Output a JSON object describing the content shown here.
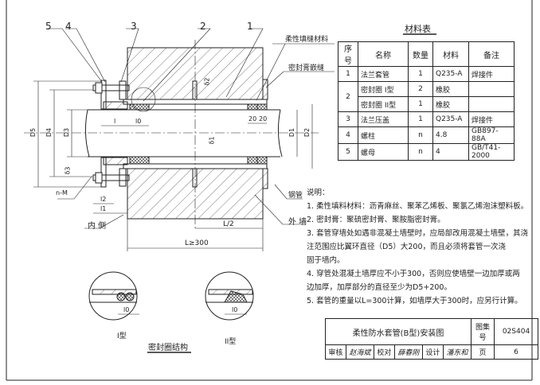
{
  "drawing": {
    "part_labels": [
      "5",
      "4",
      "3",
      "2",
      "1"
    ],
    "callouts": {
      "flexible_filler": "柔性填缝材料",
      "sealant": "密封膏嵌缝",
      "steel_pipe": "钢管",
      "outer_wall": "外  墙",
      "inner_side": "内  侧",
      "bolt_spec": "n-M"
    },
    "dimensions": {
      "D5": "D5",
      "D4": "D4",
      "D3": "D3",
      "D1": "D1",
      "D2": "D2",
      "delta1": "δ1",
      "delta2": "δ2",
      "delta3": "δ3",
      "l": "l",
      "l0": "l0",
      "l1": "l1",
      "l2": "l2",
      "d20a": "20",
      "d20b": "20",
      "L_half": "L/2",
      "L": "L≥300"
    },
    "details": {
      "type1": "I型",
      "type2": "II型",
      "l0": "l0",
      "title": "密封圈结构"
    }
  },
  "material_table": {
    "title": "材料表",
    "headers": [
      "序号",
      "名称",
      "数量",
      "材料",
      "备注"
    ],
    "rows": [
      {
        "no": "1",
        "name": "法兰套管",
        "qty": "1",
        "material": "Q235-A",
        "note": "焊接件"
      },
      {
        "no": "2",
        "name": "密封圈  I型",
        "qty": "2",
        "material": "橡胶",
        "note": ""
      },
      {
        "no": "",
        "name": "密封圈  II型",
        "qty": "1",
        "material": "橡胶",
        "note": ""
      },
      {
        "no": "3",
        "name": "法兰压盖",
        "qty": "1",
        "material": "Q235-A",
        "note": "焊接件"
      },
      {
        "no": "4",
        "name": "螺柱",
        "qty": "n",
        "material": "4.8",
        "note": "GB897-88A"
      },
      {
        "no": "5",
        "name": "螺母",
        "qty": "n",
        "material": "4",
        "note": "GB/T41-2000"
      }
    ]
  },
  "notes": {
    "title": "说明：",
    "lines": [
      "1. 柔性填料材料：沥青麻丝、聚苯乙烯板、聚氯乙烯泡沫塑料板。",
      "2. 密封膏：聚硫密封膏、聚胺脂密封膏。",
      "3. 套管穿墙处如遇非混凝土墙壁时，应局部改用混凝土墙壁，其浇",
      "   注范围应比翼环直径（D5）大200，而且必须将套管一次浇",
      "   固于墙内。",
      "4. 穿管处混凝土墙厚应不小于300，否则应使墙壁一边加厚或两",
      "   边加厚，加厚部分的直径至少为D5+200。",
      "5. 套管的重量以L=300计算，如墙厚大于300时，应另行计算。"
    ]
  },
  "title_block": {
    "title": "柔性防水套管(B型)安装图",
    "atlas_label": "图集号",
    "atlas_no": "02S404",
    "review_label": "审核",
    "review_sig": "赵海斌",
    "check_label": "校对",
    "check_sig": "薛春刚",
    "design_label": "设计",
    "design_sig": "潘东和",
    "page_label": "页",
    "page_no": "6"
  }
}
